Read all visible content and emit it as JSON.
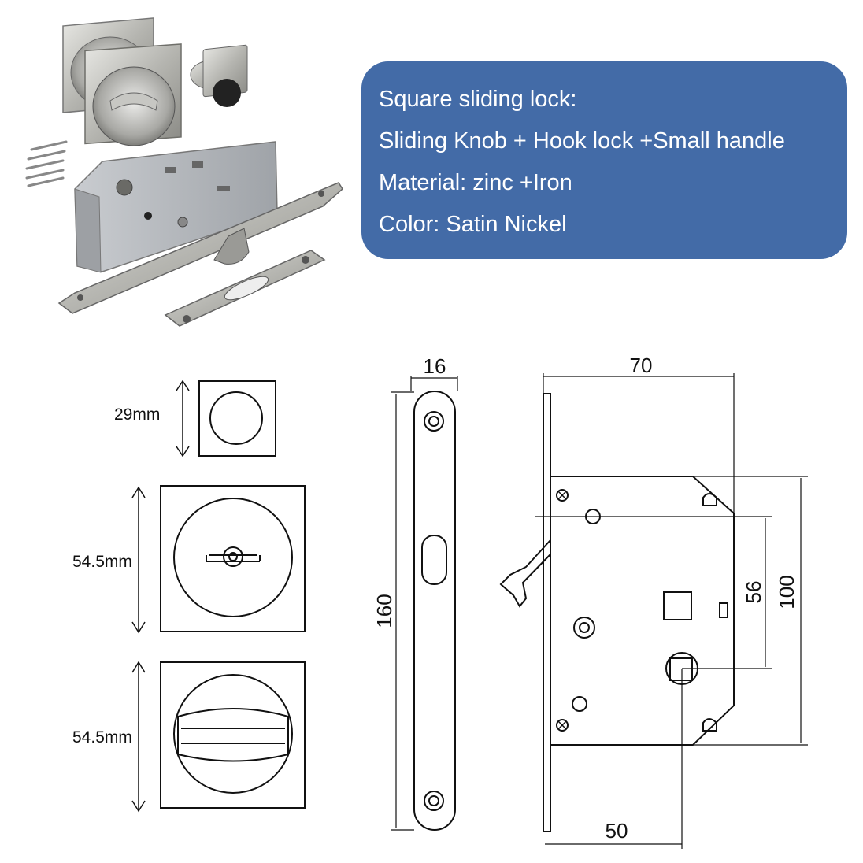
{
  "spec": {
    "lines": [
      "Square sliding lock:",
      "Sliding Knob + Hook lock +Small handle",
      "Material: zinc +Iron",
      "Color: Satin Nickel"
    ],
    "background_color": "#436ba7",
    "text_color": "#ffffff"
  },
  "photo": {
    "items": [
      "square-pull-handle",
      "small-finger-pull",
      "mortise-hook-lock",
      "strike-plate",
      "mounting-screws"
    ],
    "finish_color": "#b8b8b4"
  },
  "dimensions": {
    "small_handle_height": "29mm",
    "pull_handle_height": "54.5mm",
    "knob_handle_height": "54.5mm",
    "strike_width": "16",
    "strike_length": "160",
    "lock_width": "70",
    "spindle_distance": "56",
    "lock_height": "100",
    "backset": "50"
  }
}
